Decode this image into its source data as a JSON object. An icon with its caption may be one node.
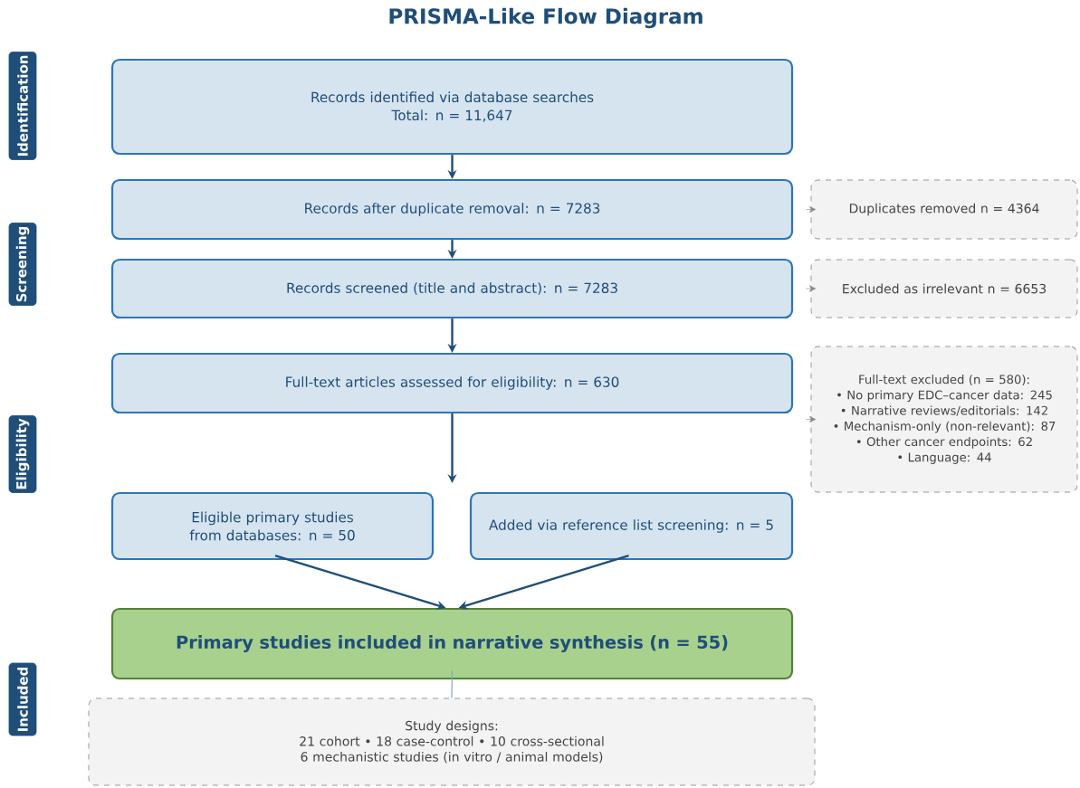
{
  "diagram": {
    "title": "PRISMA-Like Flow Diagram",
    "nodes": [
      {
        "text": [
          "Identification"
        ]
      },
      {
        "text": [
          "Records identified via database searches",
          "Total: n = 11,647"
        ]
      },
      {
        "text": [
          "Screening"
        ]
      },
      {
        "text": [
          "Records after duplicate removal:  n = 7283"
        ]
      },
      {
        "text": [
          "Duplicates removed n = 4364"
        ]
      },
      {
        "text": [
          "Records screened (title and abstract):  n = 7283"
        ]
      },
      {
        "text": [
          "Excluded as irrelevant n = 6653"
        ]
      },
      {
        "text": [
          "Eligibility"
        ]
      },
      {
        "text": [
          "Full-text articles assessed for eligibility:  n = 630"
        ]
      },
      {
        "text": [
          "Full-text excluded (n = 580):",
          "• No primary EDC–cancer data: 245",
          "• Narrative reviews/editorials: 142",
          "• Mechanism-only (non-relevant): 87",
          "• Other cancer endpoints: 62",
          "• Language: 44"
        ]
      },
      {
        "text": [
          "Eligible primary studies from databases:  n = 50"
        ]
      },
      {
        "text": [
          "Added via reference list screening:  n = 5"
        ]
      },
      {
        "text": [
          "Included"
        ]
      },
      {
        "text": [
          "Primary studies included in narrative synthesis  (n = 55)"
        ]
      },
      {
        "text": [
          "Study designs:",
          "21 cohort  •  18 case-control  •  10 cross-sectional",
          "6 mechanistic studies (in vitro / animal models)"
        ]
      }
    ],
    "edges": [
      {
        "from": 1,
        "to": 3,
        "arrow": "to"
      },
      {
        "from": 3,
        "to": 5,
        "arrow": "to"
      },
      {
        "from": 5,
        "to": 8,
        "arrow": "to"
      },
      {
        "from": 8,
        "to": null,
        "arrow": "to"
      },
      {
        "from": 10,
        "to": 13,
        "arrow": "to"
      },
      {
        "from": 11,
        "to": 13,
        "arrow": "to"
      },
      {
        "from": 13,
        "to": 14,
        "arrow": "none",
        "color": "#8fa4bc"
      },
      {
        "from": null,
        "to": 4,
        "arrow": "to",
        "color": "#888888"
      },
      {
        "from": null,
        "to": 6,
        "arrow": "to",
        "color": "#888888"
      },
      {
        "from": null,
        "to": 9,
        "arrow": "to",
        "color": "#888888"
      }
    ]
  }
}
